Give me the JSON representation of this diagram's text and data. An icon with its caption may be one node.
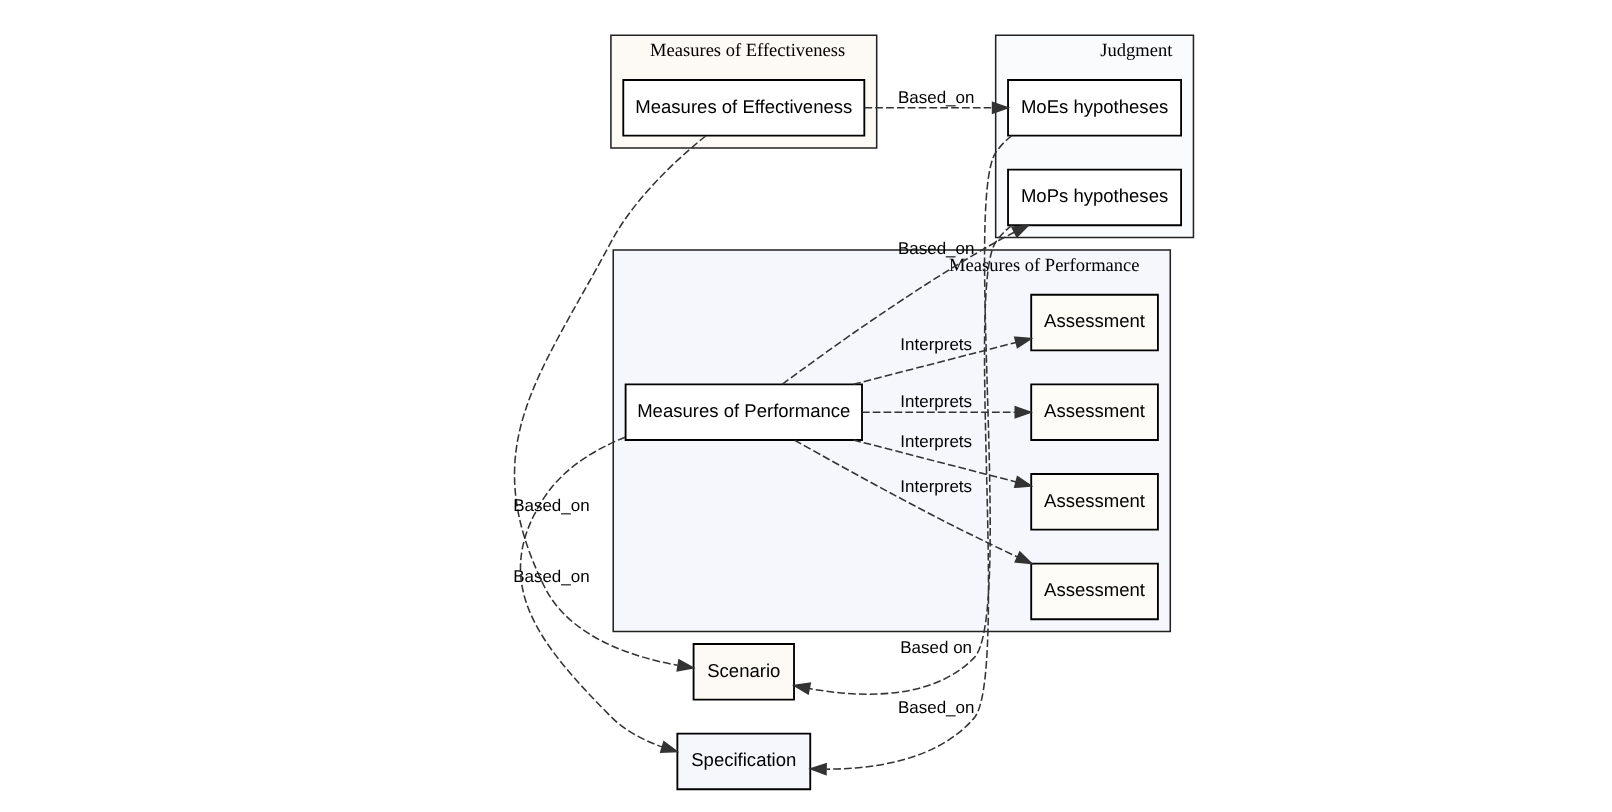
{
  "diagram": {
    "nodes": [
      {
        "text": [
          "Measures of Effectiveness"
        ]
      },
      {
        "text": [
          "Measures of Effectiveness"
        ],
        "in": 0
      },
      {
        "text": [
          "Measures of Performance"
        ]
      },
      {
        "text": [
          "Measures of Performance"
        ],
        "in": 2
      },
      {
        "text": [
          "Assessment"
        ],
        "in": 2
      },
      {
        "text": [
          "Assessment"
        ],
        "in": 2
      },
      {
        "text": [
          "Assessment"
        ],
        "in": 2
      },
      {
        "text": [
          "Assessment"
        ],
        "in": 2
      },
      {
        "text": [
          "Judgment"
        ]
      },
      {
        "text": [
          "MoEs hypotheses"
        ],
        "in": 8
      },
      {
        "text": [
          "MoPs hypotheses"
        ],
        "in": 8
      },
      {
        "text": [
          "Scenario"
        ]
      },
      {
        "text": [
          "Specification"
        ]
      }
    ],
    "edges": [
      {
        "from": 1,
        "to": 11,
        "arrow": "to",
        "label": "Based_on",
        "style": "dashed"
      },
      {
        "from": 1,
        "to": 9,
        "arrow": "to",
        "label": "Based_on",
        "style": "dashed"
      },
      {
        "from": 9,
        "to": 11,
        "arrow": "to",
        "label": "Based on",
        "style": "dashed"
      },
      {
        "from": 3,
        "to": 12,
        "arrow": "to",
        "label": "Based_on",
        "style": "dashed"
      },
      {
        "from": 3,
        "to": 10,
        "arrow": "to",
        "label": "Based_on",
        "style": "dashed"
      },
      {
        "from": 3,
        "to": 4,
        "arrow": "to",
        "label": "Interprets",
        "style": "dashed"
      },
      {
        "from": 3,
        "to": 5,
        "arrow": "to",
        "label": "Interprets",
        "style": "dashed"
      },
      {
        "from": 3,
        "to": 6,
        "arrow": "to",
        "label": "Interprets",
        "style": "dashed"
      },
      {
        "from": 3,
        "to": 7,
        "arrow": "to",
        "label": "Interprets",
        "style": "dashed"
      },
      {
        "from": 10,
        "to": 12,
        "arrow": "to",
        "label": "Based_on",
        "style": "dashed"
      }
    ]
  }
}
